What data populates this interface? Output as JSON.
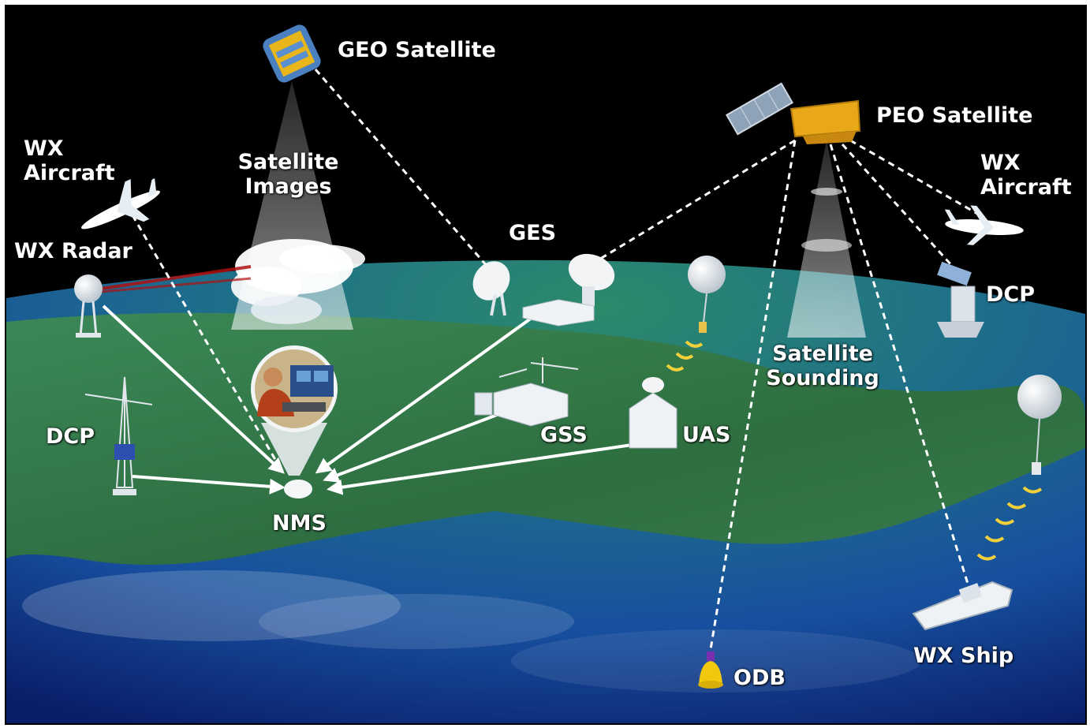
{
  "colors": {
    "space": "#000000",
    "ocean_deep": "#0a2a8a",
    "ocean_mid": "#1f5fb0",
    "land": "#2f7a4e",
    "arrow": "#ffffff",
    "link": "#ffffff",
    "satellite_gold": "#e8a81a",
    "buoy_yellow": "#f2c80f"
  },
  "labels": {
    "geo_satellite": "GEO Satellite",
    "peo_satellite": "PEO Satellite",
    "satellite_images_1": "Satellite",
    "satellite_images_2": "Images",
    "wx_aircraft_left_1": "WX",
    "wx_aircraft_left_2": "Aircraft",
    "wx_aircraft_right_1": "WX",
    "wx_aircraft_right_2": "Aircraft",
    "wx_radar": "WX Radar",
    "ges": "GES",
    "dcp_left": "DCP",
    "dcp_right": "DCP",
    "satellite_sounding_1": "Satellite",
    "satellite_sounding_2": "Sounding",
    "gss": "GSS",
    "uas": "UAS",
    "nms": "NMS",
    "odb": "ODB",
    "wx_ship": "WX Ship"
  },
  "icons": [
    "geo-satellite-icon",
    "peo-satellite-icon",
    "aircraft-icon",
    "radar-dome-icon",
    "dish-antenna-icon",
    "weather-balloon-icon",
    "mast-icon",
    "building-icon",
    "buoy-icon",
    "ship-icon",
    "operator-photo-icon"
  ]
}
